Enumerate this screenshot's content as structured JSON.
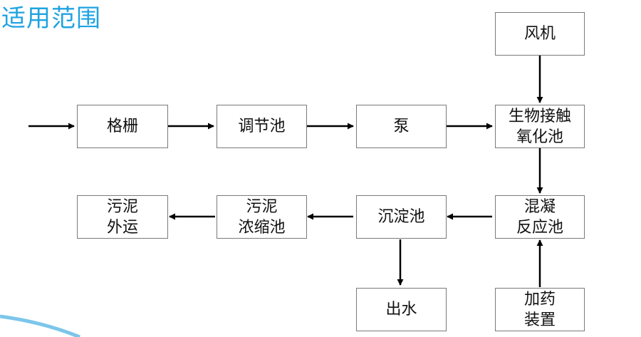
{
  "title": "适用范围",
  "colors": {
    "title": "#1fa3e0",
    "box_border": "#7a7a7a",
    "arrow": "#000000",
    "accent_curve": "#7cc6ea"
  },
  "nodes": {
    "fan": "风机",
    "screen": "格栅",
    "regulating_tank": "调节池",
    "pump": "泵",
    "bio_contact_oxidation": "生物接触\n氧化池",
    "sludge_transport": "污泥\n外运",
    "sludge_thickener": "污泥\n浓缩池",
    "sedimentation_tank": "沉淀池",
    "coagulation_tank": "混凝\n反应池",
    "effluent": "出水",
    "dosing_device": "加药\n装置"
  }
}
